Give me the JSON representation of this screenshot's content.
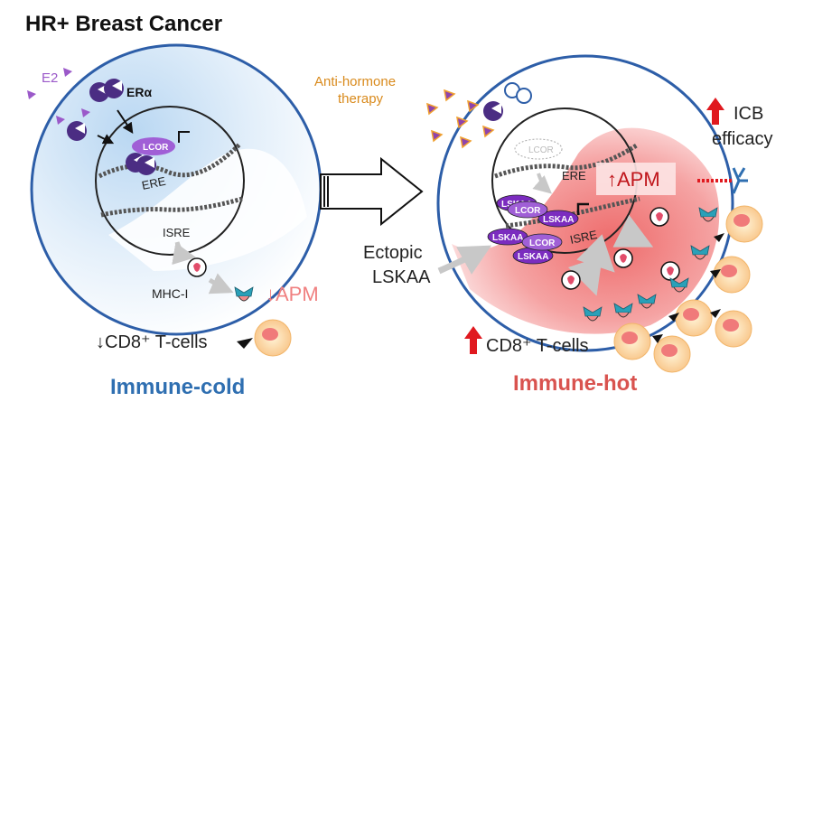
{
  "title": "HR+ Breast Cancer",
  "left": {
    "e2_label": "E2",
    "era_label": "ERα",
    "lcor_label": "LCOR",
    "ere_label": "ERE",
    "isre_label": "ISRE",
    "mhc_label": "MHC-I",
    "apm_label": "↓APM",
    "tcells_label": "↓CD8⁺ T-cells",
    "state_label": "Immune-cold"
  },
  "right": {
    "therapy_label_1": "Anti-hormone",
    "therapy_label_2": "therapy",
    "lcor_faded_label": "LCOR",
    "ere_label": "ERE",
    "isre_label": "ISRE",
    "apm_label": "↑APM",
    "icb_label_1": "ICB",
    "icb_label_2": "efficacy",
    "ectopic_label_1": "Ectopic",
    "ectopic_label_2": "LSKAA",
    "lskaa_pills": [
      "LSKAA",
      "LSKAA",
      "LSKAA",
      "LSKAA"
    ],
    "lcor_pills": [
      "LCOR",
      "LCOR"
    ],
    "tcells_label": "CD8⁺ T-cells",
    "state_label": "Immune-hot"
  },
  "colors": {
    "cell_border": "#2d5ea8",
    "cold_fill": "#cfe3f7",
    "hot_fill": "#f08a8a",
    "era_purple": "#4b2d83",
    "lskaa_purple": "#7b2cbf",
    "lcor_purple": "#a05fd6",
    "arrow_red": "#e0191f",
    "tcell_yellow": "#fde3a7",
    "apm_red": "#c0161c"
  }
}
